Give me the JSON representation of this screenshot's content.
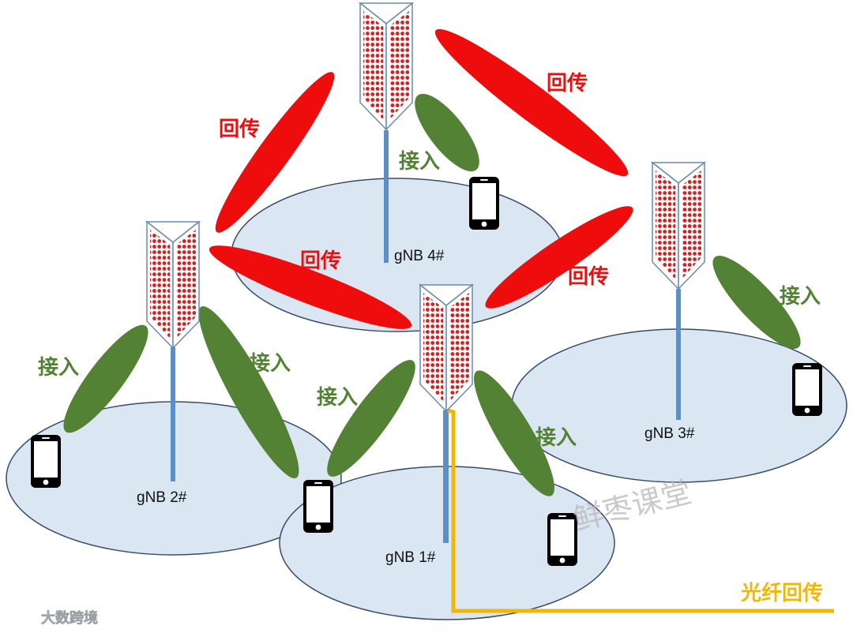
{
  "labels": {
    "backhaul": "回传",
    "access": "接入",
    "fiber_backhaul": "光纤回传",
    "gnb1": "gNB 1#",
    "gnb2": "gNB 2#",
    "gnb3": "gNB 3#",
    "gnb4": "gNB 4#"
  },
  "watermark": "鲜枣课堂",
  "logo_text": "大数跨境",
  "colors": {
    "backhaul": "#ee0c0c",
    "access": "#548235",
    "fiber": "#f2b705",
    "cell": "#dae6f2",
    "cell_stroke": "#3a4a6a",
    "mast": "#5b8fc7",
    "dots": "#d81e1e",
    "phone": "#000000",
    "watermark": "#b9b9b9"
  }
}
